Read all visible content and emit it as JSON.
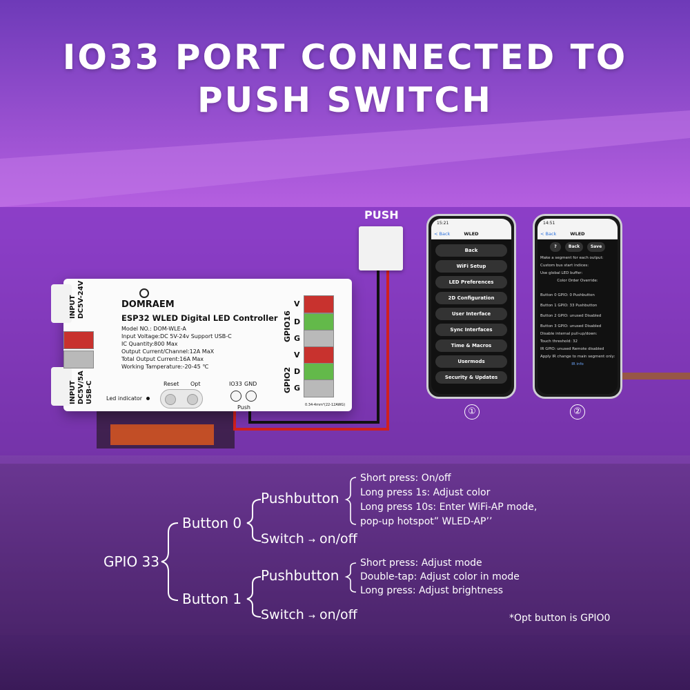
{
  "title_line1": "IO33 PORT CONNECTED TO",
  "title_line2": "PUSH SWITCH",
  "controller": {
    "brand": "DOMRAEM",
    "model_title": "ESP32 WLED Digital LED Controller",
    "input_top": "INPUT",
    "input_top_v": "DC5V-24V",
    "input_bottom": "INPUT",
    "input_bottom_v": "DC5V/5A",
    "input_bottom_usb": "USB-C",
    "specs": [
      "Model NO.: DOM-WLE-A",
      "Input Voltage:DC 5V-24v Support USB-C",
      "IC Quantity:800 Max",
      "Output Current/Channel:12A MaX",
      "Total Output Current:16A Max",
      "Working Tamperature:-20-45 ℃"
    ],
    "reset_label": "Reset",
    "opt_label": "Opt",
    "io33_label": "IO33",
    "gnd_label": "GND",
    "push_label": "Push",
    "led_indicator": "Led indicator",
    "gpio16": "GPIO16",
    "gpio2": "GPIO2",
    "pins_group1": [
      "V",
      "D",
      "G"
    ],
    "pins_group2": [
      "V",
      "D",
      "G"
    ],
    "wire_note": "0.34-4mm²(22-12AWG)"
  },
  "push": {
    "label": "PUSH"
  },
  "phone1": {
    "time": "15:21",
    "back": "< Back",
    "title": "WLED",
    "menu": [
      "Back",
      "WiFi Setup",
      "LED Preferences",
      "2D Configuration",
      "User Interface",
      "Sync Interfaces",
      "Time & Macros",
      "Usermods",
      "Security & Updates"
    ],
    "number": "①"
  },
  "phone2": {
    "time": "14:51",
    "back": "< Back",
    "title": "WLED",
    "top_buttons": [
      "?",
      "Back",
      "Save"
    ],
    "rows": [
      "Make a segment for each output:",
      "Custom bus start indices:",
      "Use global LED buffer:",
      "Color Order Override:",
      "Button 0 GPIO: 0   Pushbutton",
      "Button 1 GPIO: 33   Pushbutton",
      "Button 2 GPIO: unused   Disabled",
      "Button 3 GPIO: unused   Disabled",
      "Disable internal pull-up/down:",
      "Touch threshold: 32",
      "IR GPIO: unused   Remote disabled",
      "Apply IR change to main segment only:",
      "IR info"
    ],
    "number": "②"
  },
  "diagram": {
    "gpio33": "GPIO 33",
    "button0": "Button 0",
    "button1": "Button 1",
    "pushbutton": "Pushbutton",
    "switch": "Switch",
    "onoff": "on/off",
    "b0_items": [
      "Short press: On/off",
      "Long press 1s: Adjust color",
      "Long press 10s: Enter WiFi-AP mode,",
      "pop-up hotspot” WLED-AP’’"
    ],
    "b1_items": [
      "Short press: Adjust mode",
      "Double-tap: Adjust color in mode",
      "Long press: Adjust brightness"
    ],
    "footnote": "*Opt button is GPIO0"
  },
  "colors": {
    "terminal_red": "#c8322e",
    "terminal_green": "#63b94a",
    "terminal_gray": "#b9b9b9",
    "wire_red": "#d0201e",
    "wire_black": "#111111"
  }
}
